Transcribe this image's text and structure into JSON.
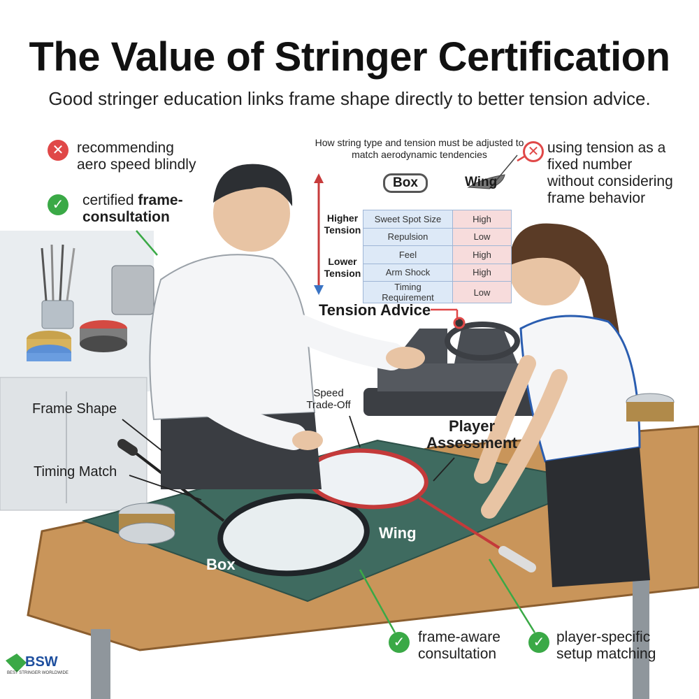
{
  "title": "The Value of Stringer Certification",
  "subtitle": "Good stringer education links frame shape directly to better tension advice.",
  "callouts": {
    "neg_aero": "recommending aero speed blindly",
    "pos_certified_pre": "certified ",
    "pos_certified_bold": "frame-consultation",
    "neg_tension": "using tension as a fixed number without considering frame behavior",
    "pos_frame_aware": "frame-aware consultation",
    "pos_player_specific": "player-specific setup matching"
  },
  "table": {
    "caption": "How string type and tension must be adjusted to match aerodynamic tendencies",
    "header_box": "Box",
    "header_wing": "Wing",
    "higher_tension": "Higher Tension",
    "lower_tension": "Lower Tension",
    "rows": [
      {
        "label": "Sweet Spot Size",
        "value": "High"
      },
      {
        "label": "Repulsion",
        "value": "Low"
      },
      {
        "label": "Feel",
        "value": "High"
      },
      {
        "label": "Arm Shock",
        "value": "High"
      },
      {
        "label": "Timing Requirement",
        "value": "Low"
      }
    ]
  },
  "labels": {
    "tension_advice": "Tension Advice",
    "frame_shape": "Frame Shape",
    "timing_match": "Timing Match",
    "speed_tradeoff": "Speed Trade-Off",
    "player_assessment": "Player Assessment",
    "wing": "Wing",
    "box": "Box"
  },
  "logo": {
    "text": "BSW",
    "tagline": "BEST STRINGER WORLDWIDE"
  },
  "colors": {
    "accent_red": "#e04848",
    "accent_green": "#3aa946",
    "mat": "#3f6b60",
    "table_wood": "#c9955a"
  }
}
